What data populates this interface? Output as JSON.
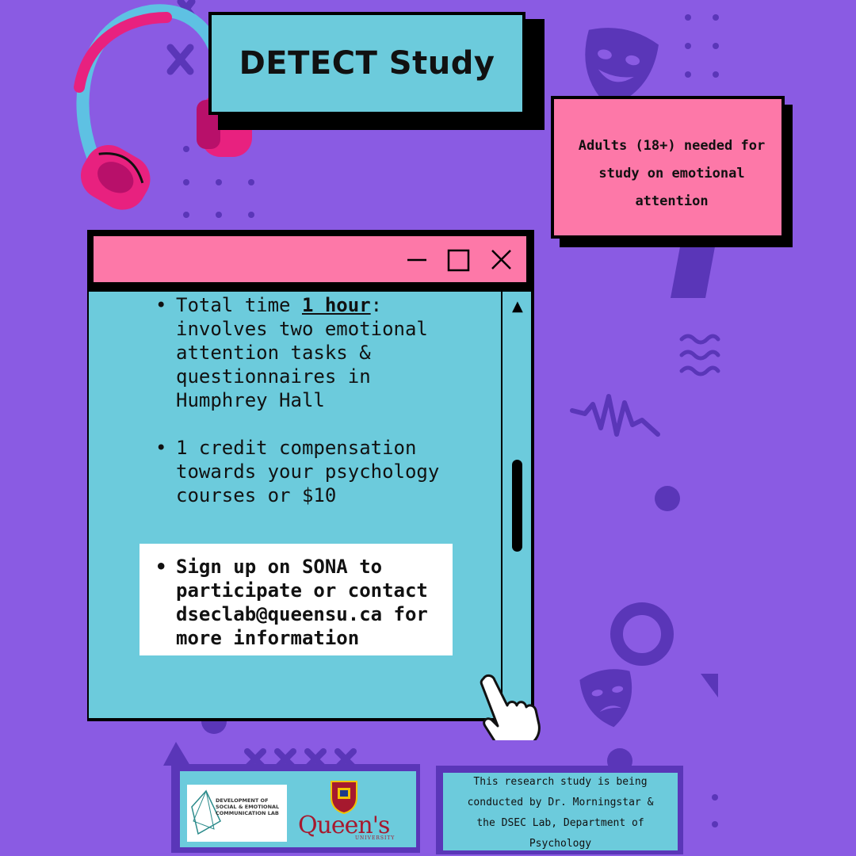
{
  "title": "DETECT Study",
  "recruit": {
    "line1": "Adults (18+) needed for",
    "line2": "study on emotional",
    "line3": "attention"
  },
  "window": {
    "controls": [
      "minimize-icon",
      "maximize-icon",
      "close-icon"
    ],
    "items": [
      {
        "prefix": "Total time ",
        "emph": "1 hour",
        "suffix": ":",
        "lines": [
          "involves two emotional",
          "attention tasks &",
          "questionnaires in",
          "Humphrey Hall"
        ]
      },
      {
        "lines": [
          "1 credit compensation",
          "towards your psychology",
          "courses or $10"
        ]
      },
      {
        "lines": [
          "Sign up on SONA to",
          "participate or contact",
          "dseclab@queensu.ca for",
          "more information"
        ]
      }
    ]
  },
  "logos": {
    "dsec": [
      "DEVELOPMENT OF",
      "SOCIAL & EMOTIONAL",
      "COMMUNICATION LAB"
    ],
    "queens": "Queen's",
    "queens_sub": "UNIVERSITY"
  },
  "credit": {
    "line1": "This research study is being",
    "line2": "conducted by Dr. Morningstar &",
    "line3": "the DSEC Lab, Department of",
    "line4": "Psychology"
  },
  "colors": {
    "background": "#8a5be3",
    "cyan": "#6ccbdc",
    "pink": "#fd78a8",
    "deep_purple": "#5a36b8",
    "headphone_pink": "#e8217f",
    "headphone_blue": "#5ec1e3"
  }
}
